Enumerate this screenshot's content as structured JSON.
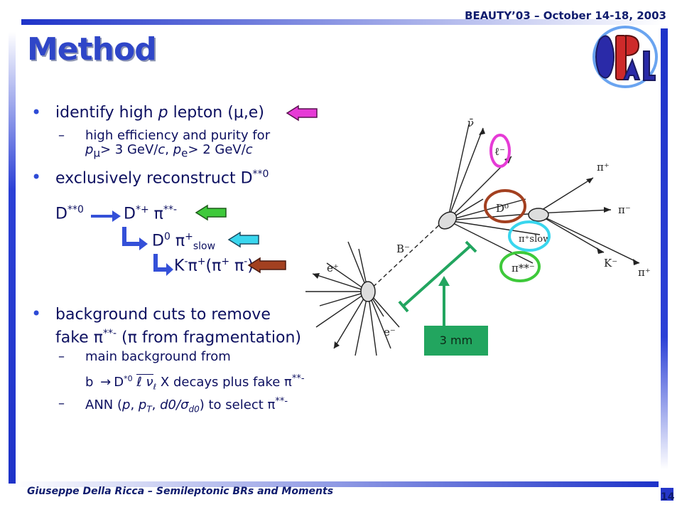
{
  "header": {
    "conference": "BEAUTY’03 – October 14-18, 2003"
  },
  "slide": {
    "title": "Method",
    "bullet1": {
      "prefix": "identify high ",
      "p": "p",
      "mid": " lepton (",
      "mu": "μ",
      "end": ",e)"
    },
    "sub1": {
      "line1": "high efficiency and purity for",
      "p": "p",
      "mu": "μ",
      "mid": "> 3 GeV/",
      "c": "c",
      "sep": ", ",
      "pe": "p",
      "e": "e",
      "mid2": "> 2 GeV/",
      "c2": "c"
    },
    "bullet2": {
      "text": "exclusively reconstruct D",
      "sup": "**0"
    },
    "decay": {
      "l1_a": "D",
      "l1_a_sup": "**0",
      "l1_b": "D",
      "l1_b_sup": "*+",
      "l1_c": " π",
      "l1_c_sup": "**-",
      "l2_a": "D",
      "l2_a_sup": "0",
      "l2_b": " π",
      "l2_b_sup": "+",
      "l2_b_sub": "slow",
      "l3_a": "K",
      "l3_a_sup": "-",
      "l3_b": "π",
      "l3_b_sup": "+",
      "l3_c": "(π",
      "l3_c_sup": "+",
      "l3_d": " π",
      "l3_d_sup": "-",
      "l3_e": ")"
    },
    "bullet3": {
      "line1": "background cuts to remove",
      "line2a": "fake π",
      "line2sup": "**-",
      "line2b": " (π from fragmentation)"
    },
    "sub3": {
      "line1": "main background from",
      "b": "b",
      "arrow": "→",
      "Dstar": "D",
      "Dstar_sup": "*0",
      "lnu": "ℓ ν",
      "lnu_sub": "ℓ",
      "X": "X",
      "tail": " decays plus fake π",
      "tail_sup": "**-"
    },
    "sub4": {
      "a": "ANN (",
      "p": "p",
      "sep": ", ",
      "pT": "p",
      "T": "T",
      "sep2": ", ",
      "d0": "d0/σ",
      "d0sub": "d0",
      "end": ") to select π",
      "end_sup": "**-"
    }
  },
  "figure": {
    "scale_label": "3 mm",
    "labels": {
      "nu": "ν̄",
      "lminus": "ℓ⁻",
      "piplus1": "π⁺",
      "D0": "D⁰",
      "piminus": "π⁻",
      "pislow": "π⁺slow",
      "Bminus": "B⁻",
      "eplus": "e⁺",
      "eminus": "e⁻",
      "pistar": "π**⁻",
      "Kminus": "K⁻",
      "piplus2": "π⁺"
    }
  },
  "footer": {
    "left": "Giuseppe Della Ricca – Semileptonic BRs and Moments",
    "page": "14"
  },
  "colors": {
    "title": "#2f46c8",
    "text": "#0d1060",
    "bar": "#2e42d8",
    "magenta": "#e63bd6",
    "green": "#3ec93a",
    "cyan": "#39d6ee",
    "brown": "#a34020",
    "scale": "#22a55f"
  }
}
